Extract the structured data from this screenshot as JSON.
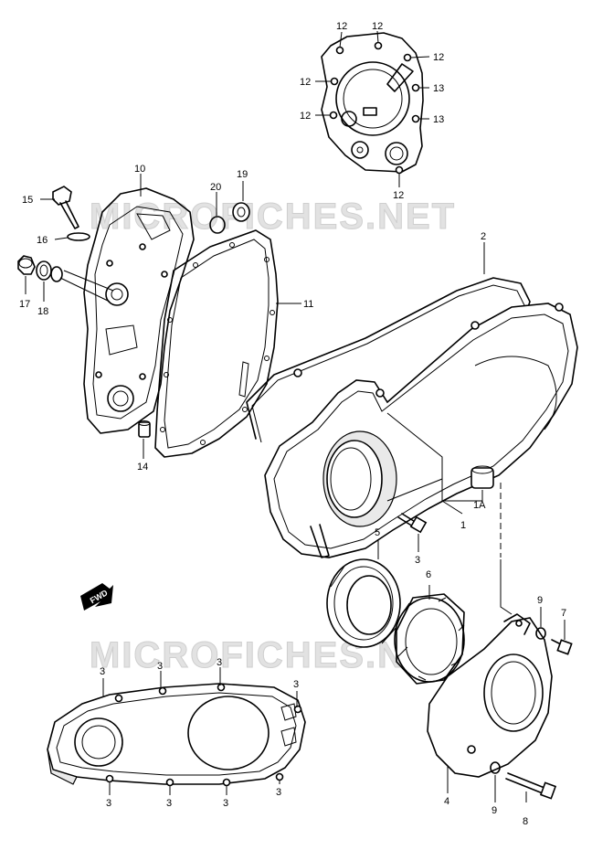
{
  "watermark": {
    "top": "MICROFICHES.NET",
    "middle": "MICROFICHES.NET"
  },
  "direction_arrow": "FWD",
  "callouts": {
    "c1": "1",
    "c1a": "1A",
    "c2": "2",
    "c3_bolt": "3",
    "c3a": "3",
    "c3b": "3",
    "c3c": "3",
    "c3d": "3",
    "c3e": "3",
    "c3f": "3",
    "c3g": "3",
    "c3h": "3",
    "c4": "4",
    "c5": "5",
    "c6": "6",
    "c7": "7",
    "c8": "8",
    "c9a": "9",
    "c9b": "9",
    "c10": "10",
    "c11": "11",
    "c12a": "12",
    "c12b": "12",
    "c12c": "12",
    "c12d": "12",
    "c12e": "12",
    "c12f": "12",
    "c13a": "13",
    "c13b": "13",
    "c14": "14",
    "c15": "15",
    "c16": "16",
    "c17": "17",
    "c18": "18",
    "c19": "19",
    "c20": "20"
  }
}
